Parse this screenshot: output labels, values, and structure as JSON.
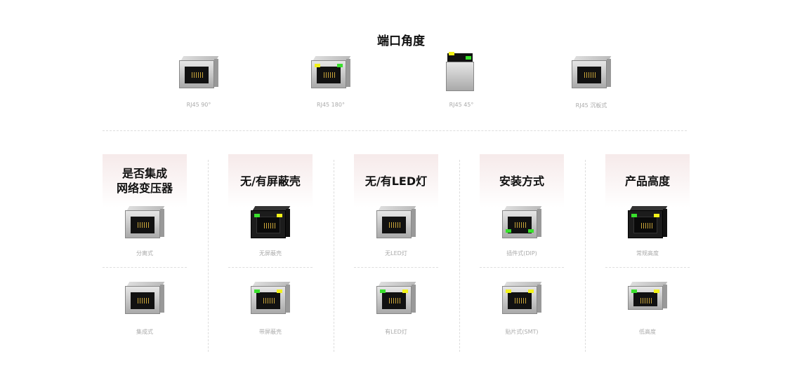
{
  "section_title": "端口角度",
  "angles": [
    {
      "label": "RJ45 90°",
      "icon": "rj45-jack-90"
    },
    {
      "label": "RJ45 180°",
      "icon": "rj45-jack-180-led"
    },
    {
      "label": "RJ45 45°",
      "icon": "rj45-jack-45"
    },
    {
      "label": "RJ45 沉板式",
      "icon": "rj45-jack-sink"
    }
  ],
  "categories": [
    {
      "title": "是否集成网络变压器",
      "title_l1": "是否集成",
      "title_l2": "网络变压器",
      "items": [
        {
          "label": "分离式"
        },
        {
          "label": "集成式"
        }
      ]
    },
    {
      "title": "无/有屏蔽壳",
      "items": [
        {
          "label": "无屏蔽壳"
        },
        {
          "label": "带屏蔽壳"
        }
      ]
    },
    {
      "title": "无/有LED灯",
      "items": [
        {
          "label": "无LED灯"
        },
        {
          "label": "有LED灯"
        }
      ]
    },
    {
      "title": "安装方式",
      "items": [
        {
          "label": "插件式(DIP)"
        },
        {
          "label": "贴片式(SMT)"
        }
      ]
    },
    {
      "title": "产品高度",
      "items": [
        {
          "label": "常规高度"
        },
        {
          "label": "低高度"
        }
      ]
    }
  ],
  "colors": {
    "led_green": "#39e02c",
    "led_yellow": "#f2f21a",
    "header_bg": "#f6eaea"
  }
}
